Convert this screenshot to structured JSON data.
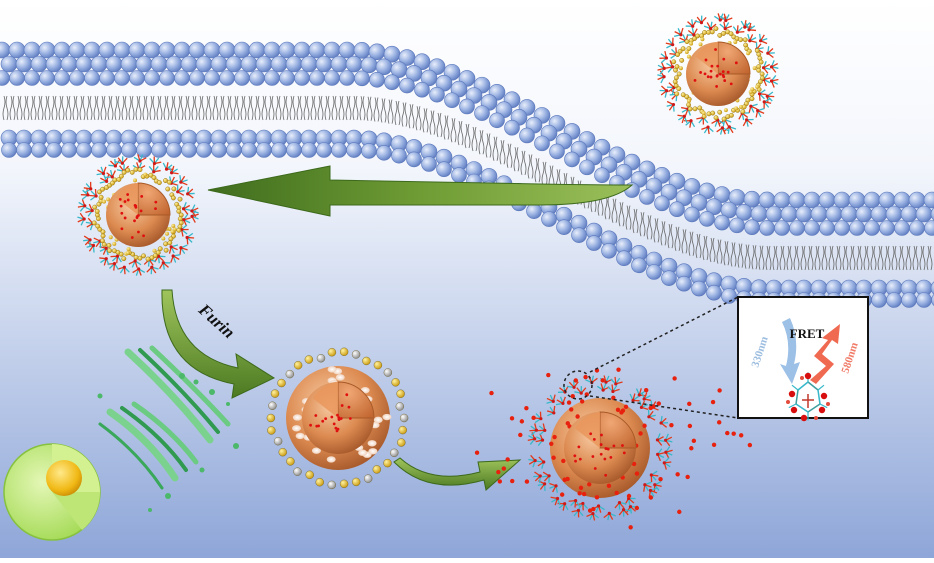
{
  "labels": {
    "enzyme": "Furin",
    "fret": "FRET",
    "excitation_wavelength": "330nm",
    "emission_wavelength": "580nm"
  },
  "colors": {
    "background_top": "#ffffff",
    "background_bottom": "#8ea6d8",
    "lipid_head": "#8fa8de",
    "arrow_green": "#5a8a2a",
    "nanoparticle_core": "#d9844a",
    "shell_gold": "#d8b21c",
    "dye_red": "#e01010",
    "excitation_blue": "#9cc0e6",
    "emission_red": "#f06a52"
  }
}
